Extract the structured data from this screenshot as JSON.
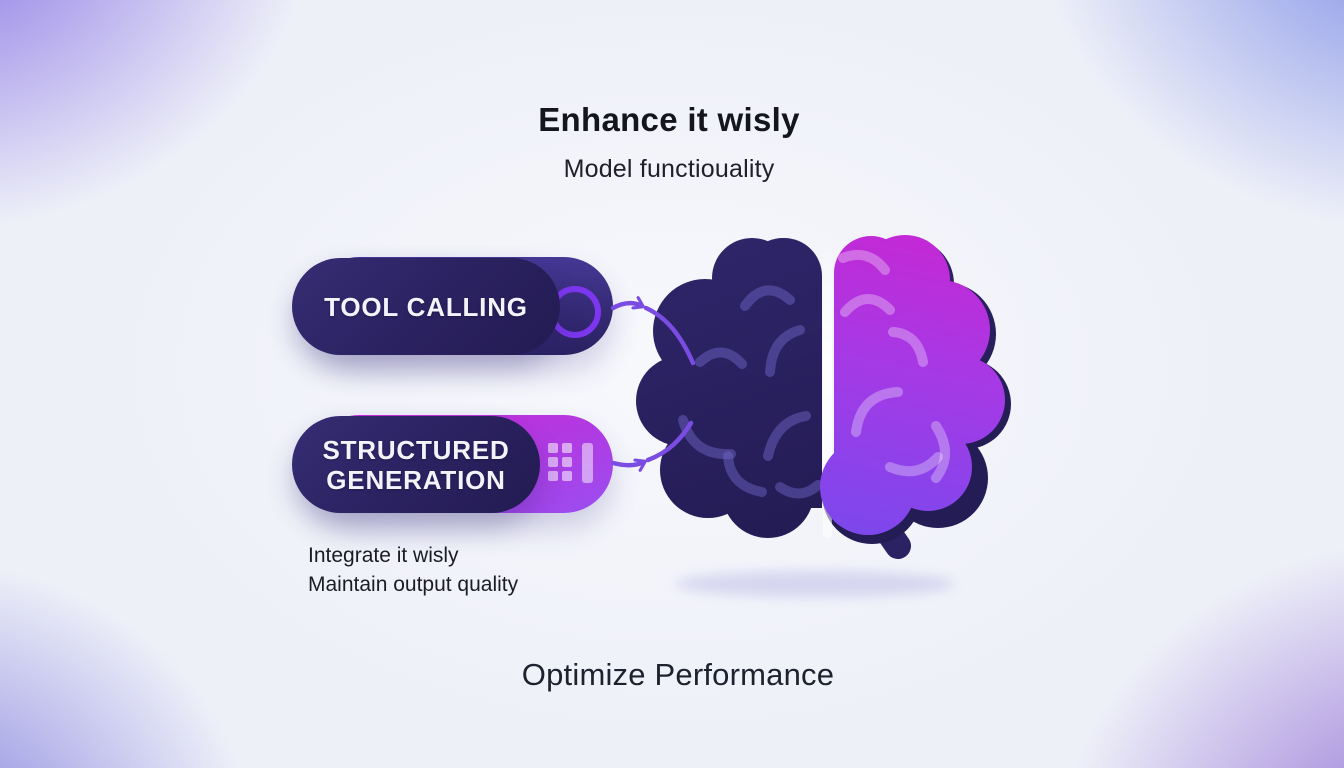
{
  "header": {
    "title": "Enhance it wisly",
    "subtitle": "Model functiouality"
  },
  "pills": [
    {
      "label": "TOOL CALLING",
      "icon": "ring-icon"
    },
    {
      "label": "STRUCTURED GENERATION",
      "icon": "grid-icon"
    }
  ],
  "notes": {
    "line1": "Integrate it wisly",
    "line2": "Maintain output quality"
  },
  "footer": {
    "label": "Optimize Performance"
  },
  "colors": {
    "hemisphere_left_dark": "#2a2161",
    "hemisphere_right_magenta": "#bf2ad6",
    "hemisphere_right_violet": "#7e47ec",
    "pill_dark": "#2c2363",
    "pill_accent_magenta": "#cb2ad6",
    "pill_accent_violet": "#9a4ef0",
    "ring_accent": "#7c36ee",
    "arrow": "#7a4ce2",
    "corner_glow": "#7b68e0",
    "text_dark": "#15151e"
  }
}
